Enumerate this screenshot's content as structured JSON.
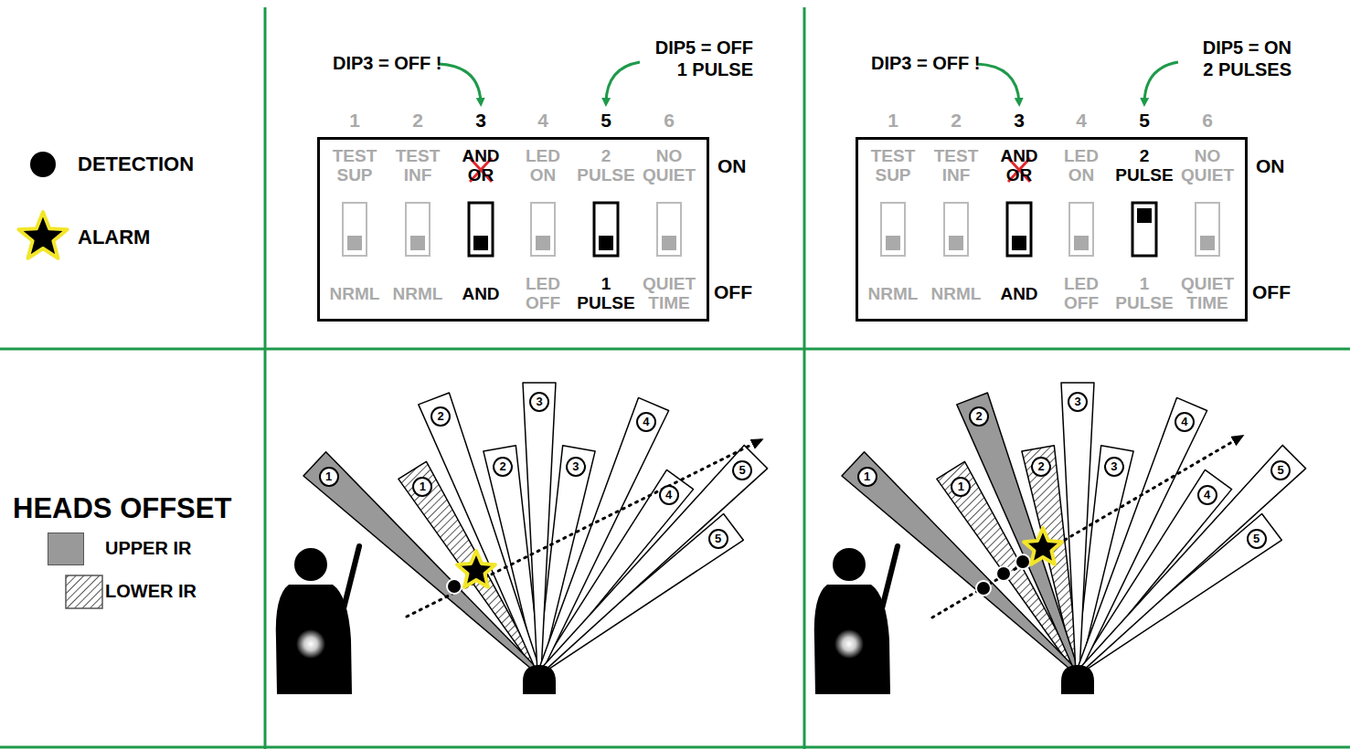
{
  "diagram": {
    "nodes": [
      {
        "text": [
          "TEST SUP",
          "TEST INF",
          "AND OR",
          "LED ON",
          "2 PULSE",
          "NO QUIET",
          "NRML",
          "NRML",
          "AND",
          "LED OFF",
          "1 PULSE",
          "QUIET TIME"
        ]
      },
      {
        "text": [
          "TEST SUP",
          "TEST INF",
          "AND OR",
          "LED ON",
          "2 PULSE",
          "NO QUIET",
          "NRML",
          "NRML",
          "AND",
          "LED OFF",
          "1 PULSE",
          "QUIET TIME"
        ]
      }
    ],
    "labels": [
      "DIP3 = OFF !",
      "DIP5 = OFF 1 PULSE",
      "1",
      "2",
      "3",
      "4",
      "5",
      "6",
      "ON",
      "OFF",
      "1",
      "2",
      "3",
      "4",
      "5",
      "1",
      "2",
      "3",
      "4",
      "5",
      "DIP3 = OFF !",
      "DIP5 = ON 2 PULSES",
      "1",
      "2",
      "3",
      "4",
      "5",
      "6",
      "ON",
      "OFF",
      "1",
      "2",
      "3",
      "4",
      "5",
      "1",
      "2",
      "3",
      "4",
      "5",
      "HEADS OFFSET"
    ],
    "legend": [
      {
        "text": "DETECTION"
      },
      {
        "text": "ALARM"
      },
      {
        "text": "UPPER IR",
        "color": "#999999"
      },
      {
        "text": "LOWER IR"
      }
    ]
  }
}
